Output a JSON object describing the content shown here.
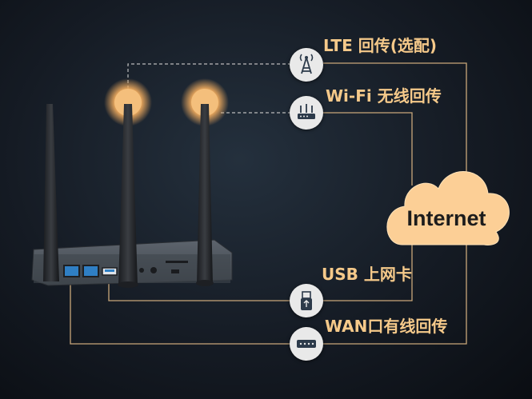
{
  "labels": {
    "lte": "LTE 回传(选配)",
    "wifi": "Wi-Fi 无线回传",
    "usb": "USB 上网卡",
    "wan": "WAN口有线回传"
  },
  "cloud": {
    "text": "Internet"
  },
  "colors": {
    "accent": "#f5c98a",
    "cloud_fill": "#fccf96",
    "line": "#c9a77a",
    "router_body": "#4a5058",
    "antenna_glow": "#f2b36c"
  },
  "icons": [
    "cell-tower-icon",
    "wifi-router-icon",
    "usb-drive-icon",
    "ethernet-port-icon"
  ]
}
